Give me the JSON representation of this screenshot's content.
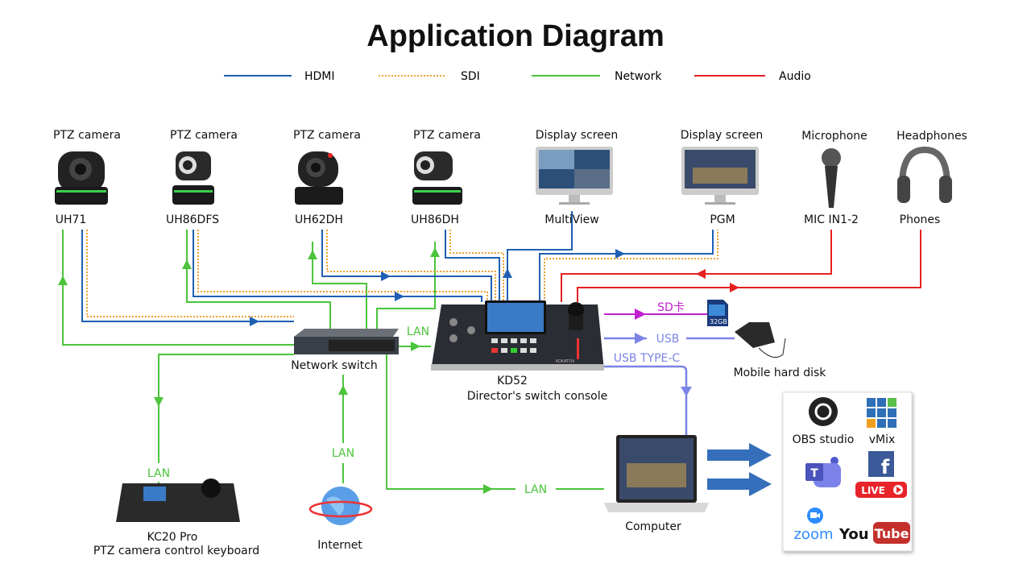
{
  "title": "Application Diagram",
  "legend": [
    {
      "label": "HDMI",
      "color": "#1f5fb4",
      "style": "solid"
    },
    {
      "label": "SDI",
      "color": "#f0a030",
      "style": "dotted"
    },
    {
      "label": "Network",
      "color": "#4cc43c",
      "style": "solid"
    },
    {
      "label": "Audio",
      "color": "#e62020",
      "style": "solid"
    }
  ],
  "devices": {
    "cam1": {
      "type": "PTZ camera",
      "model": "UH71"
    },
    "cam2": {
      "type": "PTZ camera",
      "model": "UH86DFS"
    },
    "cam3": {
      "type": "PTZ camera",
      "model": "UH62DH"
    },
    "cam4": {
      "type": "PTZ camera",
      "model": "UH86DH"
    },
    "disp1": {
      "type": "Display screen",
      "model": "MultiView"
    },
    "disp2": {
      "type": "Display screen",
      "model": "PGM"
    },
    "mic": {
      "type": "Microphone",
      "model": "MIC IN1-2"
    },
    "phones": {
      "type": "Headphones",
      "model": "Phones"
    },
    "switch": {
      "label": "Network switch"
    },
    "console": {
      "model": "KD52",
      "label": "Director's switch console",
      "brand": "KOKATOV"
    },
    "sdcard": {
      "capacity": "32GB"
    },
    "hdd": {
      "label": "Mobile hard disk"
    },
    "computer": {
      "label": "Computer"
    },
    "keyboard": {
      "model": "KC20 Pro",
      "label": "PTZ camera control keyboard"
    },
    "internet": {
      "label": "Internet"
    }
  },
  "links": {
    "lan_console": "LAN",
    "lan_keyboard": "LAN",
    "lan_internet": "LAN",
    "lan_computer": "LAN",
    "sd": "SD卡",
    "usb": "USB",
    "usbc": "USB TYPE-C"
  },
  "software": {
    "obs": "OBS studio",
    "vmix": "vMix",
    "teams": "T",
    "facebook": "f",
    "fb_live": "LIVE",
    "zoom": "zoom",
    "youtube_you": "You",
    "youtube_tube": "Tube"
  },
  "colors": {
    "sd": "#c020d0",
    "usb": "#7b84e6",
    "stream_arrow": "#1f5fb4"
  }
}
